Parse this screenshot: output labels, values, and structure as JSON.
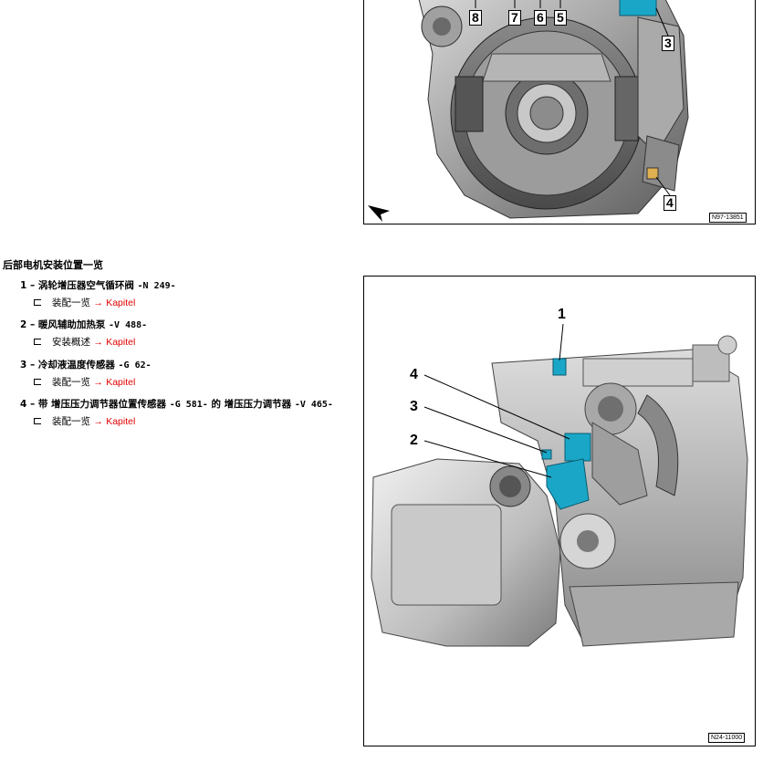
{
  "section": {
    "title": "后部电机安装位置一览"
  },
  "items": [
    {
      "num": "1",
      "sep": " – ",
      "name": "涡轮增压器空气循环阀 ",
      "code": "-N 249-",
      "sub_label": "装配一览",
      "arrow": "→",
      "link": "Kapitel"
    },
    {
      "num": "2",
      "sep": " – ",
      "name": "暖风辅助加热泵 ",
      "code": "-V 488-",
      "sub_label": "安装概述",
      "arrow": "→",
      "link": "Kapitel"
    },
    {
      "num": "3",
      "sep": " – ",
      "name": "冷却液温度传感器 ",
      "code": "-G 62-",
      "sub_label": "装配一览",
      "arrow": "→",
      "link": "Kapitel"
    },
    {
      "num": "4",
      "sep": " – ",
      "name": "带 增压压力调节器位置传感器 ",
      "code": "-G 581-",
      "name2": "的 增压压力调节器 ",
      "code2": "-V 465-",
      "sub_label": "装配一览",
      "arrow": "→",
      "link": "Kapitel"
    }
  ],
  "figure_top": {
    "id": "N97-13851",
    "callouts": [
      "8",
      "7",
      "6",
      "5",
      "3",
      "4"
    ]
  },
  "figure_bottom": {
    "id": "N24-11000",
    "callouts": [
      "1",
      "4",
      "3",
      "2"
    ]
  },
  "colors": {
    "link": "#e00000",
    "highlight": "#1aa7c7"
  }
}
